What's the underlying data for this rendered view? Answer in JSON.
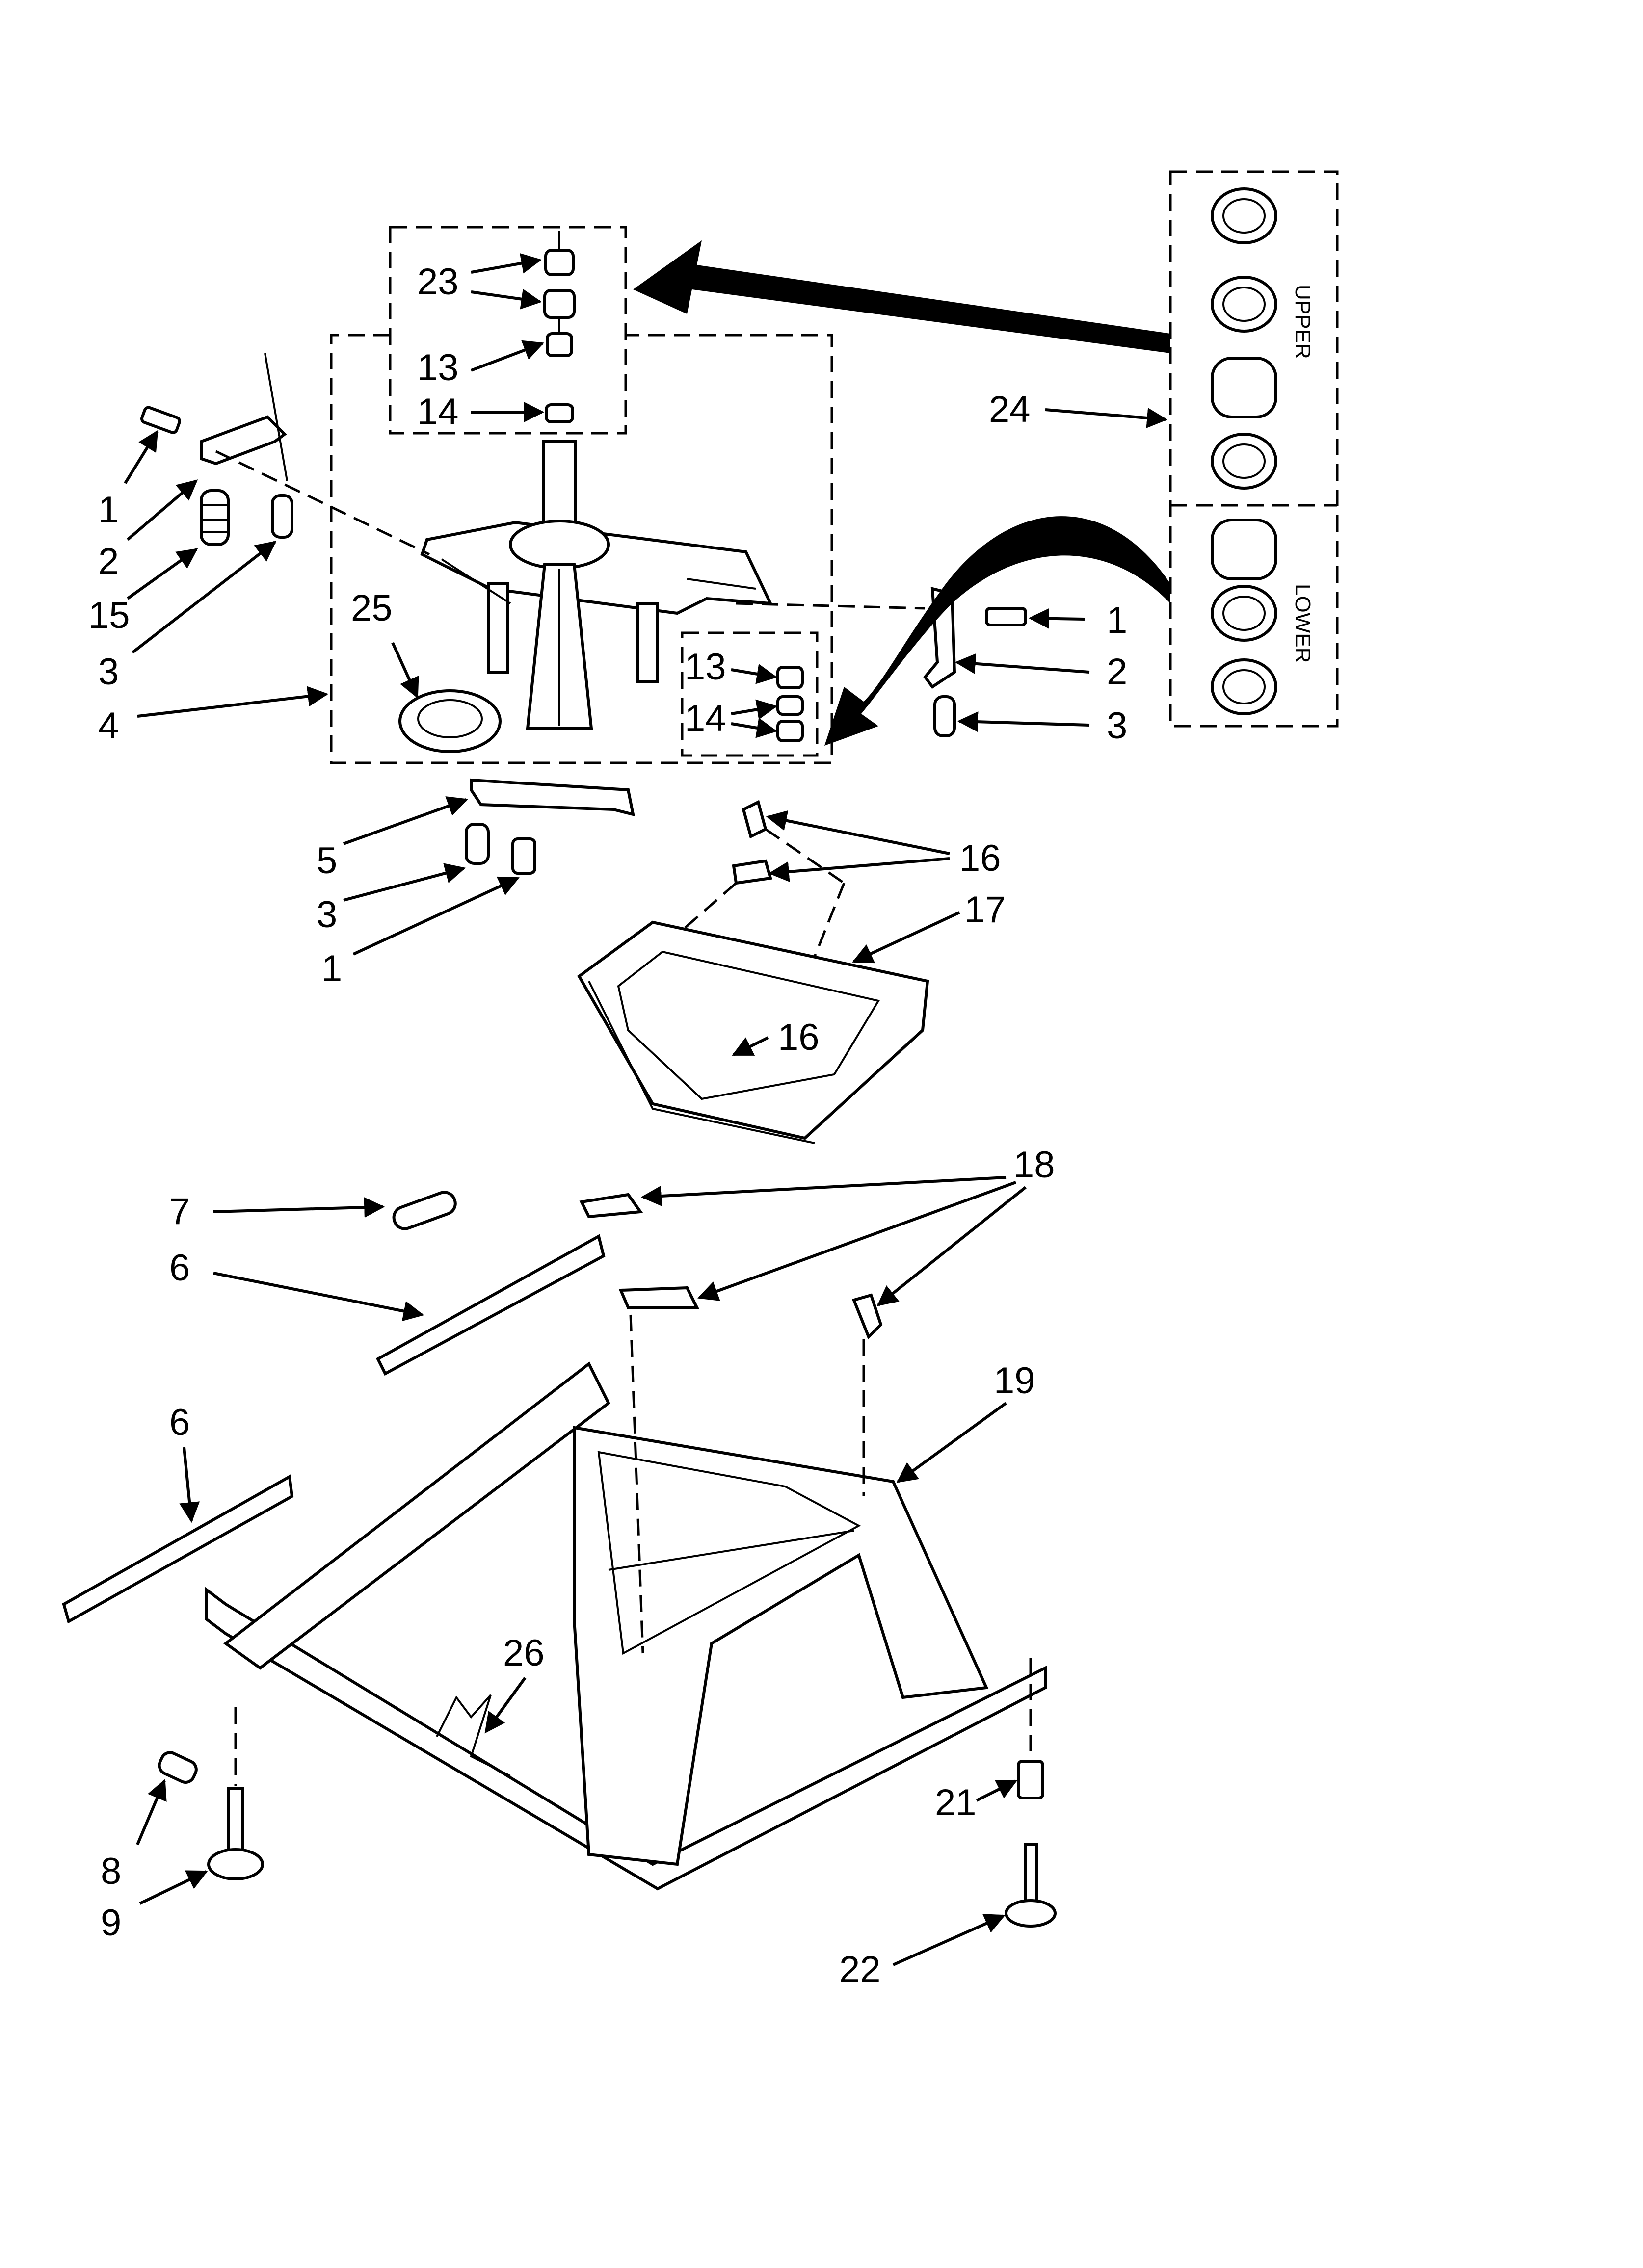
{
  "labels": {
    "l1a": "1",
    "l2a": "2",
    "l15": "15",
    "l3a": "3",
    "l4": "4",
    "l25": "25",
    "l23": "23",
    "l13a": "13",
    "l14a": "14",
    "l24": "24",
    "l13b": "13",
    "l14b": "14",
    "l1b": "1",
    "l2b": "2",
    "l3b": "3",
    "l5": "5",
    "l3c": "3",
    "l1c": "1",
    "l16a": "16",
    "l17": "17",
    "l16b": "16",
    "l18": "18",
    "l7": "7",
    "l6a": "6",
    "l6b": "6",
    "l19": "19",
    "l26": "26",
    "l8": "8",
    "l9": "9",
    "l21": "21",
    "l22": "22"
  },
  "kit": {
    "upper": "UPPER",
    "lower": "LOWER"
  },
  "colors": {
    "ink": "#000000",
    "paper": "#ffffff"
  }
}
